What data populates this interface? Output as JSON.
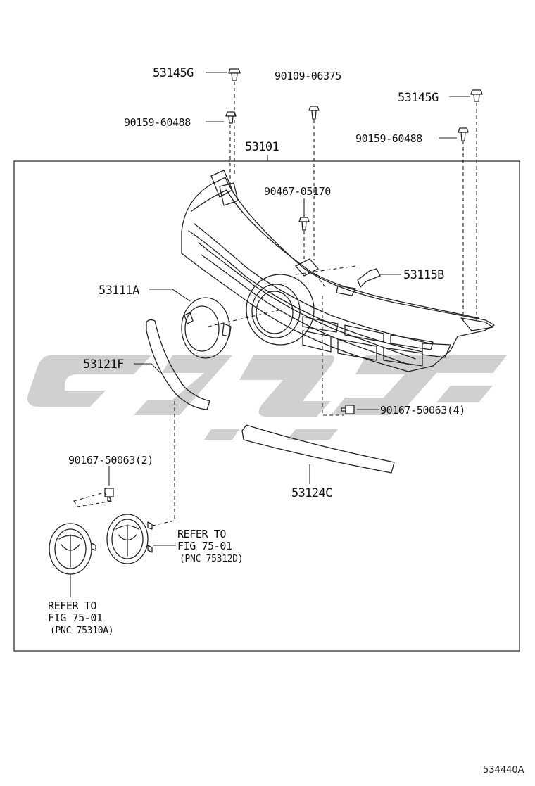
{
  "diagram": {
    "figure_id": "534440A",
    "assembly_label": "53101",
    "parts": [
      {
        "key": "p1",
        "label": "53145G"
      },
      {
        "key": "p2",
        "label": "90159-60488"
      },
      {
        "key": "p3",
        "label": "90109-06375"
      },
      {
        "key": "p4",
        "label": "53145G"
      },
      {
        "key": "p5",
        "label": "90159-60488"
      },
      {
        "key": "p6",
        "label": "90467-05170"
      },
      {
        "key": "p7",
        "label": "53115B"
      },
      {
        "key": "p8",
        "label": "53111A"
      },
      {
        "key": "p9",
        "label": "53121F"
      },
      {
        "key": "p10",
        "label": "90167-50063(4)"
      },
      {
        "key": "p11",
        "label": "90167-50063(2)"
      },
      {
        "key": "p12",
        "label": "53124C"
      }
    ],
    "refs": [
      {
        "line1": "REFER TO",
        "line2": "FIG 75-01",
        "line3": "(PNC 75312D)"
      },
      {
        "line1": "REFER TO",
        "line2": "FIG 75-01",
        "line3": "(PNC 75310A)"
      }
    ]
  }
}
